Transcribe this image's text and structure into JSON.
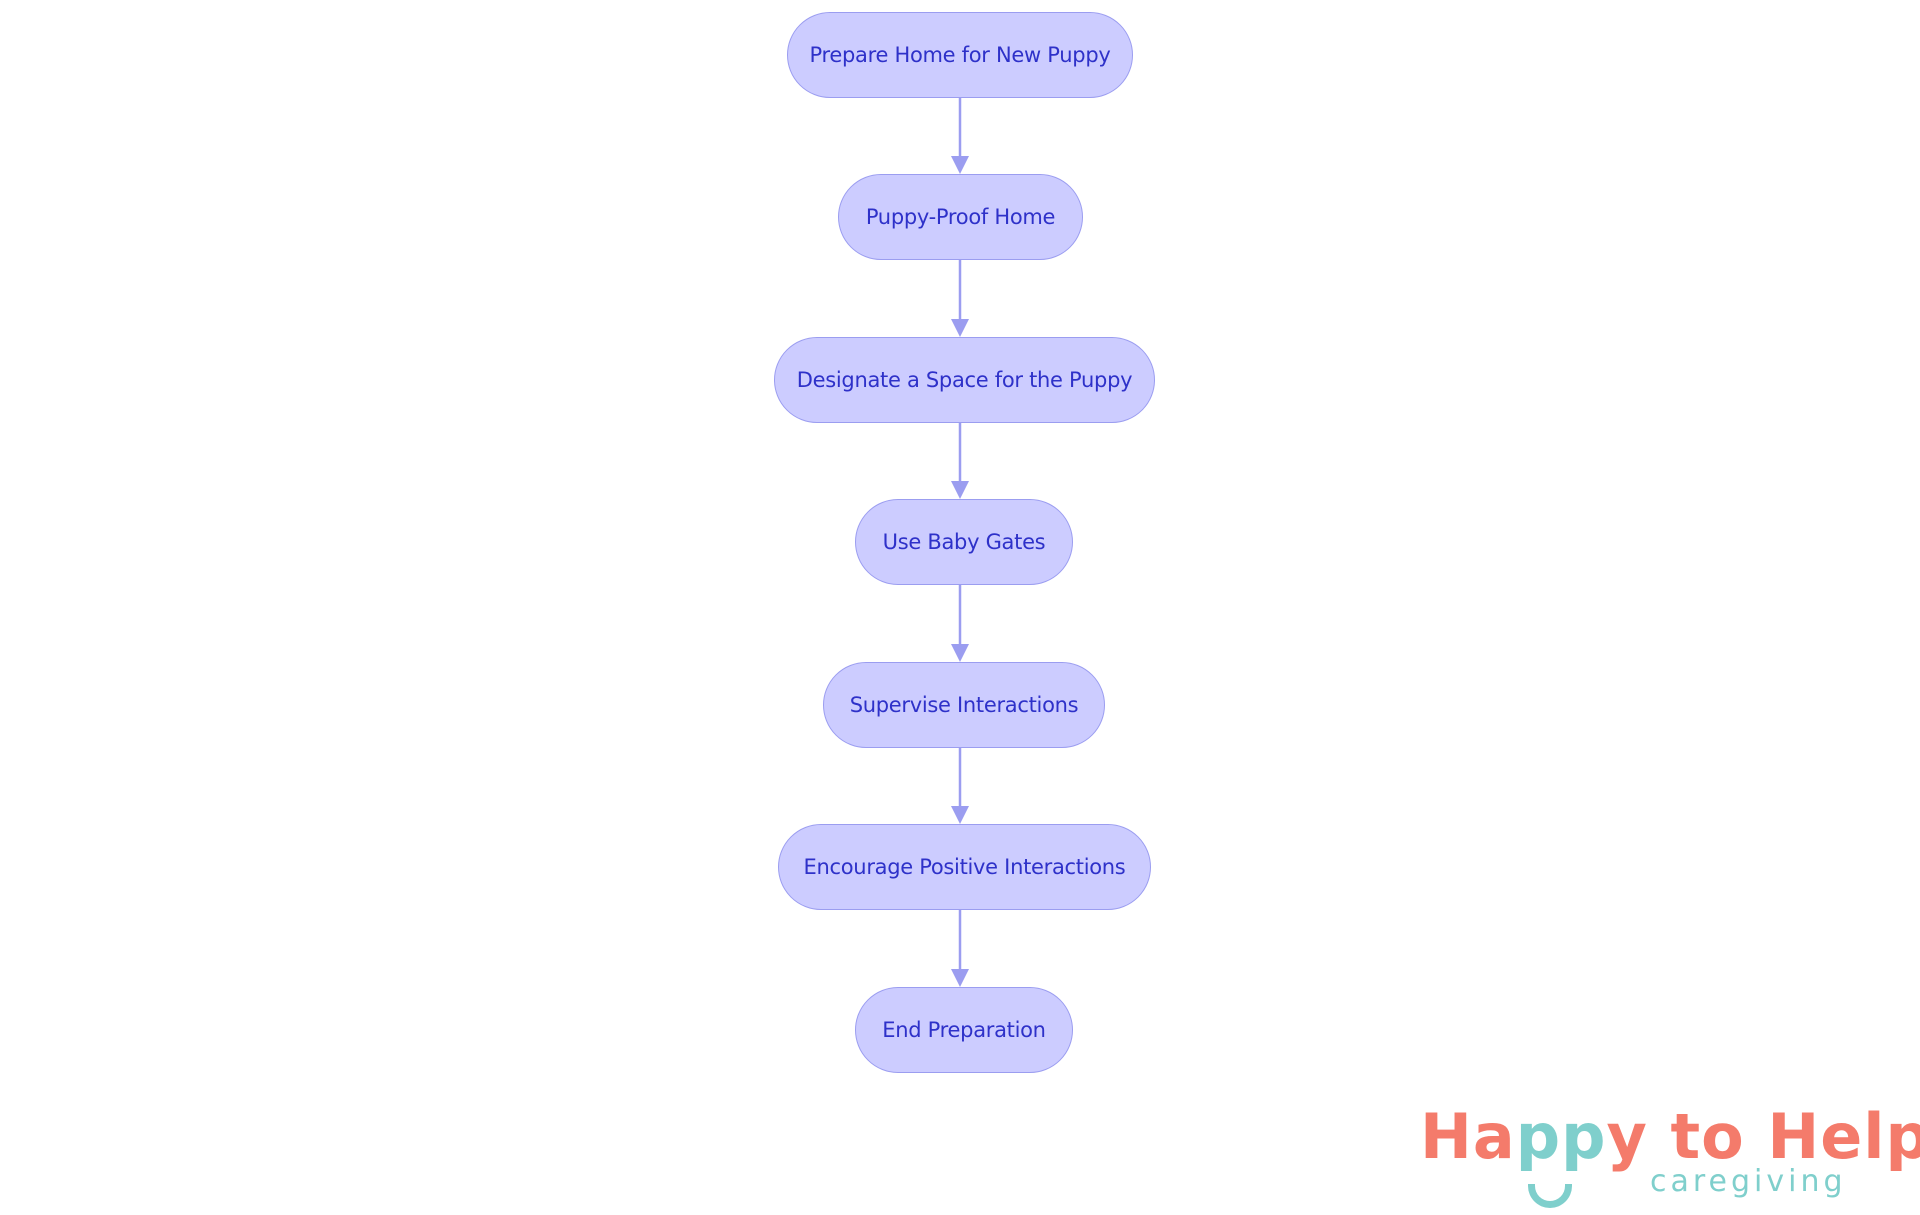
{
  "flowchart": {
    "nodes": [
      {
        "label": "Prepare Home for New Puppy"
      },
      {
        "label": "Puppy-Proof Home"
      },
      {
        "label": "Designate a Space for the Puppy"
      },
      {
        "label": "Use Baby Gates"
      },
      {
        "label": "Supervise Interactions"
      },
      {
        "label": "Encourage Positive Interactions"
      },
      {
        "label": "End Preparation"
      }
    ],
    "colors": {
      "node_fill": "#ccccff",
      "node_stroke": "#9b9df0",
      "text": "#2e31c9",
      "edge": "#9b9df0"
    }
  },
  "logo": {
    "text_part1": "Ha",
    "text_part2": "pp",
    "text_part3": "y to Help",
    "tagline": "caregiving",
    "colors": {
      "coral": "#f47b6b",
      "teal": "#7fcfcc"
    }
  }
}
